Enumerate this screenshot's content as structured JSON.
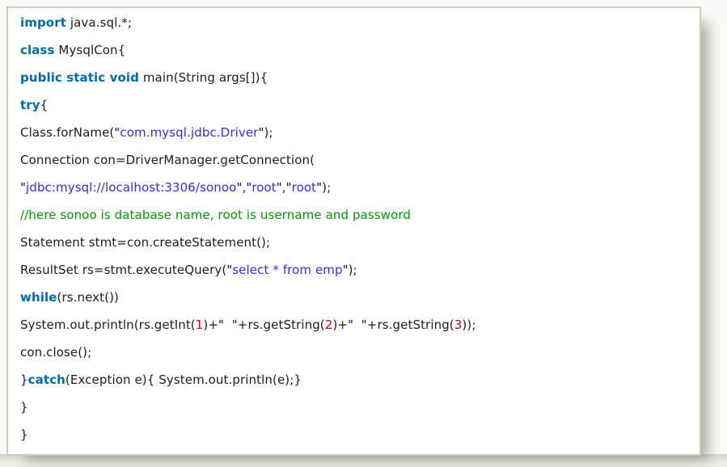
{
  "colors": {
    "keyword": "#006CA8",
    "plain": "#1C1C1C",
    "string": "#2E2EF0",
    "quote": "#000080",
    "comment": "#009900",
    "number": "#CC0000",
    "box_background": "#FFFFFF",
    "box_border": "#CDCDB6",
    "page_background": "#EFEFE8"
  },
  "code": {
    "language": "java",
    "lines": [
      [
        {
          "type": "keyword",
          "text": "import"
        },
        {
          "type": "plain",
          "text": " java.sql.*;"
        }
      ],
      [
        {
          "type": "keyword",
          "text": "class"
        },
        {
          "type": "plain",
          "text": " MysqlCon{"
        }
      ],
      [
        {
          "type": "keyword",
          "text": "public static void"
        },
        {
          "type": "plain",
          "text": " main(String args[]){"
        }
      ],
      [
        {
          "type": "keyword",
          "text": "try"
        },
        {
          "type": "plain",
          "text": "{"
        }
      ],
      [
        {
          "type": "plain",
          "text": "Class.forName("
        },
        {
          "type": "quote",
          "text": "\""
        },
        {
          "type": "string",
          "text": "com.mysql.jdbc.Driver"
        },
        {
          "type": "quote",
          "text": "\""
        },
        {
          "type": "plain",
          "text": ");"
        }
      ],
      [
        {
          "type": "plain",
          "text": "Connection con=DriverManager.getConnection("
        }
      ],
      [
        {
          "type": "quote",
          "text": "\""
        },
        {
          "type": "string",
          "text": "jdbc:mysql://localhost:3306/sonoo"
        },
        {
          "type": "quote",
          "text": "\""
        },
        {
          "type": "plain",
          "text": ","
        },
        {
          "type": "quote",
          "text": "\""
        },
        {
          "type": "string",
          "text": "root"
        },
        {
          "type": "quote",
          "text": "\""
        },
        {
          "type": "plain",
          "text": ","
        },
        {
          "type": "quote",
          "text": "\""
        },
        {
          "type": "string",
          "text": "root"
        },
        {
          "type": "quote",
          "text": "\""
        },
        {
          "type": "plain",
          "text": ");"
        }
      ],
      [
        {
          "type": "comment",
          "text": "//here sonoo is database name, root is username and password"
        }
      ],
      [
        {
          "type": "plain",
          "text": "Statement stmt=con.createStatement();"
        }
      ],
      [
        {
          "type": "plain",
          "text": "ResultSet rs=stmt.executeQuery("
        },
        {
          "type": "quote",
          "text": "\""
        },
        {
          "type": "string",
          "text": "select * from emp"
        },
        {
          "type": "quote",
          "text": "\""
        },
        {
          "type": "plain",
          "text": ");"
        }
      ],
      [
        {
          "type": "keyword",
          "text": "while"
        },
        {
          "type": "plain",
          "text": "(rs.next())"
        }
      ],
      [
        {
          "type": "plain",
          "text": "System.out.println(rs.getInt("
        },
        {
          "type": "number",
          "text": "1"
        },
        {
          "type": "plain",
          "text": ")+"
        },
        {
          "type": "quote",
          "text": "\""
        },
        {
          "type": "string",
          "text": "  "
        },
        {
          "type": "quote",
          "text": "\""
        },
        {
          "type": "plain",
          "text": "+rs.getString("
        },
        {
          "type": "number",
          "text": "2"
        },
        {
          "type": "plain",
          "text": ")+"
        },
        {
          "type": "quote",
          "text": "\""
        },
        {
          "type": "string",
          "text": "  "
        },
        {
          "type": "quote",
          "text": "\""
        },
        {
          "type": "plain",
          "text": "+rs.getString("
        },
        {
          "type": "number",
          "text": "3"
        },
        {
          "type": "plain",
          "text": "));"
        }
      ],
      [
        {
          "type": "plain",
          "text": "con.close();"
        }
      ],
      [
        {
          "type": "plain",
          "text": "}"
        },
        {
          "type": "keyword",
          "text": "catch"
        },
        {
          "type": "plain",
          "text": "(Exception e){ System.out.println(e);}"
        }
      ],
      [
        {
          "type": "plain",
          "text": "}"
        }
      ],
      [
        {
          "type": "plain",
          "text": "}"
        }
      ]
    ]
  }
}
